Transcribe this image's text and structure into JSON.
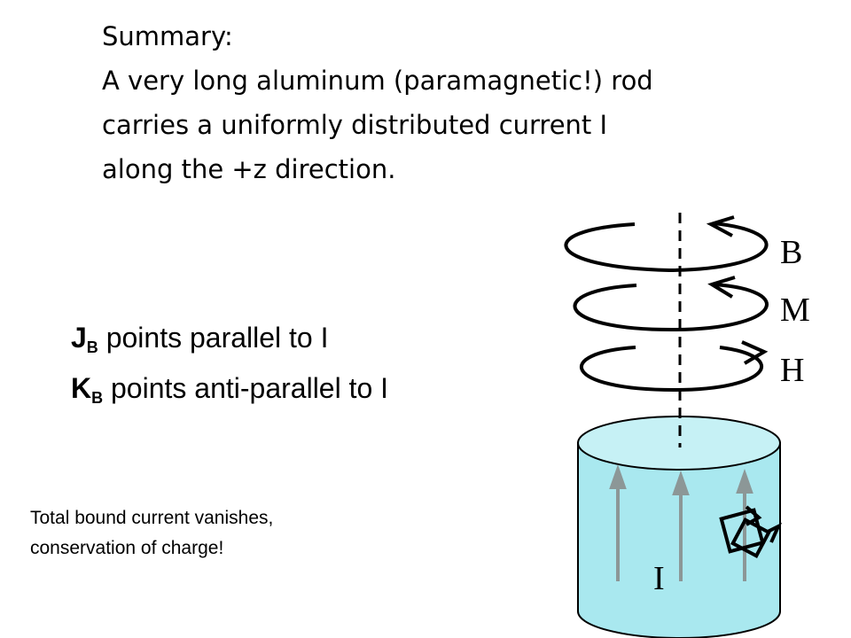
{
  "summary": {
    "heading": "Summary:",
    "lines": [
      "A very long aluminum (paramagnetic!) rod",
      "carries a uniformly distributed current I",
      "along the +z direction."
    ]
  },
  "relations": [
    {
      "symbol": "J",
      "subscript": "B",
      "text": " points parallel to I"
    },
    {
      "symbol": "K",
      "subscript": "B",
      "text": " points anti-parallel to I"
    }
  ],
  "note": {
    "lines": [
      "Total bound current vanishes,",
      "conservation of charge!"
    ]
  },
  "figure": {
    "loop_labels": [
      "B",
      "M",
      "H"
    ],
    "current_label": "I",
    "colors": {
      "rod_fill": "#a9e8ef",
      "rod_top": "#c6f1f5",
      "current_arrow": "#8c9797",
      "outline": "#000000"
    }
  }
}
